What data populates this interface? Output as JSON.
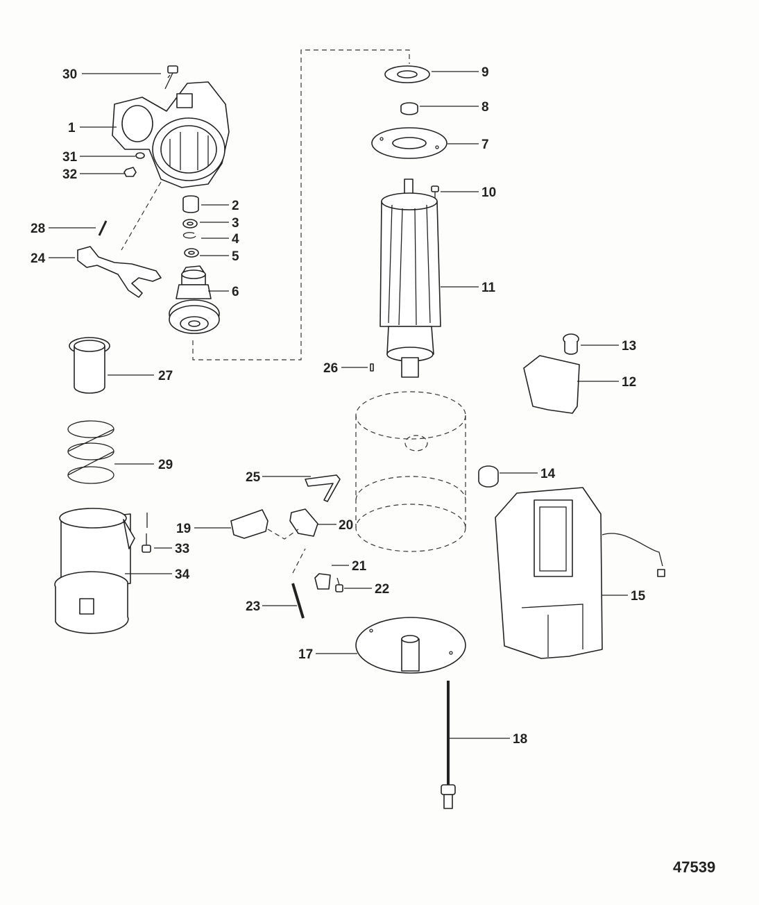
{
  "figure_number": "47539",
  "callouts": [
    {
      "id": "1",
      "label": "1"
    },
    {
      "id": "2",
      "label": "2"
    },
    {
      "id": "3",
      "label": "3"
    },
    {
      "id": "4",
      "label": "4"
    },
    {
      "id": "5",
      "label": "5"
    },
    {
      "id": "6",
      "label": "6"
    },
    {
      "id": "7",
      "label": "7"
    },
    {
      "id": "8",
      "label": "8"
    },
    {
      "id": "9",
      "label": "9"
    },
    {
      "id": "10",
      "label": "10"
    },
    {
      "id": "11",
      "label": "11"
    },
    {
      "id": "12",
      "label": "12"
    },
    {
      "id": "13",
      "label": "13"
    },
    {
      "id": "14",
      "label": "14"
    },
    {
      "id": "15",
      "label": "15"
    },
    {
      "id": "17",
      "label": "17"
    },
    {
      "id": "18",
      "label": "18"
    },
    {
      "id": "19",
      "label": "19"
    },
    {
      "id": "20",
      "label": "20"
    },
    {
      "id": "21",
      "label": "21"
    },
    {
      "id": "22",
      "label": "22"
    },
    {
      "id": "23",
      "label": "23"
    },
    {
      "id": "24",
      "label": "24"
    },
    {
      "id": "25",
      "label": "25"
    },
    {
      "id": "26",
      "label": "26"
    },
    {
      "id": "27",
      "label": "27"
    },
    {
      "id": "28",
      "label": "28"
    },
    {
      "id": "29",
      "label": "29"
    },
    {
      "id": "30",
      "label": "30"
    },
    {
      "id": "31",
      "label": "31"
    },
    {
      "id": "32",
      "label": "32"
    },
    {
      "id": "33",
      "label": "33"
    },
    {
      "id": "34",
      "label": "34"
    }
  ]
}
